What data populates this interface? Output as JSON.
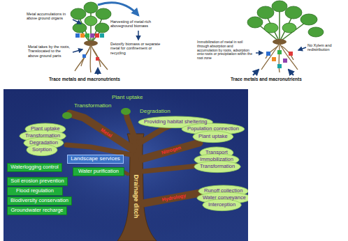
{
  "diagram": {
    "nodes": [
      {
        "text": [
          "Landscape services"
        ]
      },
      {
        "text": [
          "Waterlogging control"
        ]
      },
      {
        "text": [
          "Water purification"
        ]
      },
      {
        "text": [
          "Soil erosion prevention"
        ]
      },
      {
        "text": [
          "Flood regulation"
        ]
      },
      {
        "text": [
          "Biodiversity conservation"
        ]
      },
      {
        "text": [
          "Groundwater recharge"
        ]
      }
    ],
    "labels": [
      "Metal accumulations in above ground organs",
      "Harvesting of metal-rich aboveground biomass",
      "Detoxify biomass or separate metal for confinement or recycling",
      "Metal takes by the roots, Translocated to the above ground parts",
      "Trace metals and macronutrients",
      "Immobilization of metal in soil through absorption and accumulation by roots, adsorption onto roots or precipitation within the root zone",
      "No Xylem and redistribution",
      "Trace metals and macronutrients",
      "Plant uptake",
      "Transformation",
      "Degradation",
      "Providing habitat sheltering",
      "Population connection",
      "Plant uptake",
      "Plant uptake",
      "Transformation",
      "Degradation",
      "Sorption",
      "Transport",
      "Immobilization",
      "Transformation",
      "Runoff collection",
      "Water conveyance",
      "Interception",
      "Drainage ditch",
      "Metal",
      "Nitrogen",
      "Hydrology"
    ]
  }
}
